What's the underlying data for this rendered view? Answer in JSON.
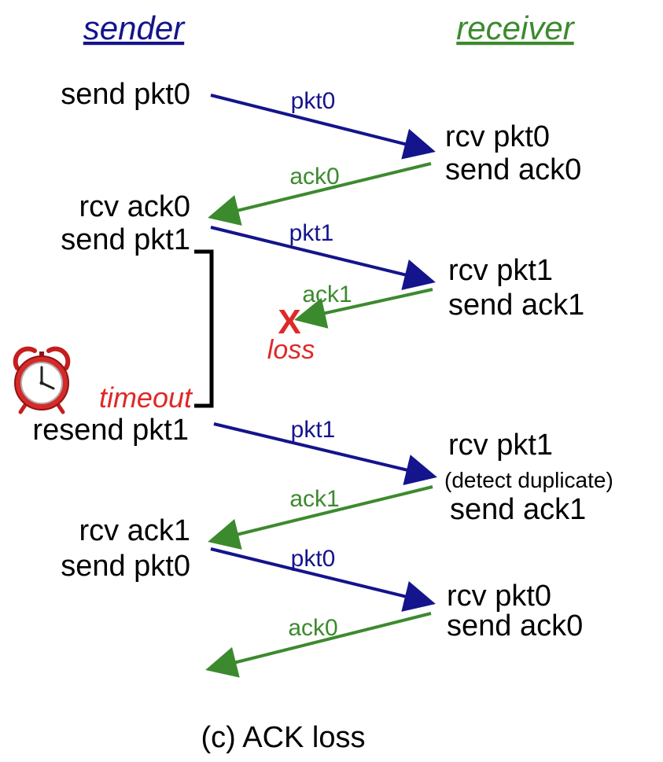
{
  "colors": {
    "sender": "#14148c",
    "receiver": "#3c8a2e",
    "packet_arrow": "#14148c",
    "ack_arrow": "#3c8a2e",
    "loss": "#e02828",
    "text": "#000000"
  },
  "header": {
    "sender_title": "sender",
    "receiver_title": "receiver"
  },
  "sender_events": [
    [
      "send pkt0"
    ],
    [
      "rcv ack0",
      "send pkt1"
    ],
    [
      "resend pkt1"
    ],
    [
      "rcv ack1",
      "send pkt0"
    ]
  ],
  "receiver_events": [
    [
      "rcv pkt0",
      "send ack0"
    ],
    [
      "rcv pkt1",
      "send ack1"
    ],
    [
      "rcv pkt1",
      "(detect duplicate)",
      "send ack1"
    ],
    [
      "rcv pkt0",
      "send ack0"
    ]
  ],
  "messages": [
    {
      "label": "pkt0",
      "direction": "to-receiver",
      "lost": false
    },
    {
      "label": "ack0",
      "direction": "to-sender",
      "lost": false
    },
    {
      "label": "pkt1",
      "direction": "to-receiver",
      "lost": false
    },
    {
      "label": "ack1",
      "direction": "to-sender",
      "lost": true
    },
    {
      "label": "pkt1",
      "direction": "to-receiver",
      "lost": false
    },
    {
      "label": "ack1",
      "direction": "to-sender",
      "lost": false
    },
    {
      "label": "pkt0",
      "direction": "to-receiver",
      "lost": false
    },
    {
      "label": "ack0",
      "direction": "to-sender",
      "lost": false
    }
  ],
  "loss": {
    "mark": "X",
    "label": "loss"
  },
  "timer": {
    "label": "timeout",
    "icon": "alarm-clock-icon"
  },
  "caption": "(c) ACK loss"
}
